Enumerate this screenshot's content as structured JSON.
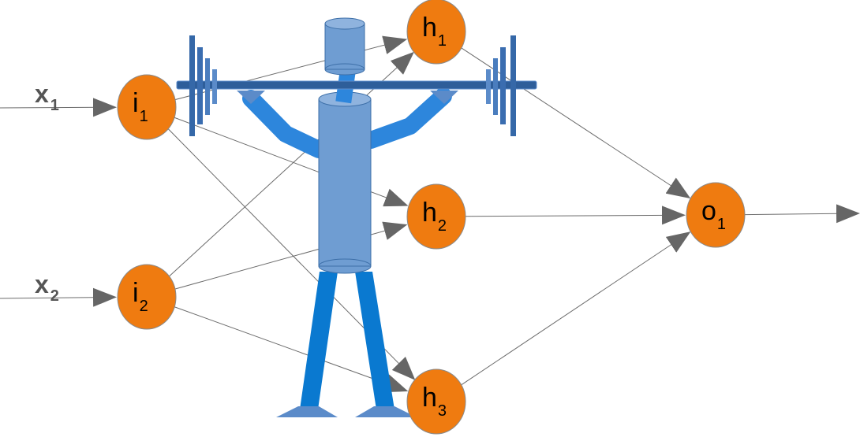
{
  "colors": {
    "node_fill": "#ef7b10",
    "node_stroke": "#8a8a8a",
    "edge": "#6b6b6b",
    "arrowhead": "#666666",
    "figure_body": "#6f9dd2",
    "figure_body_stroke": "#3d6fa8",
    "figure_limbs": "#0a79d0",
    "figure_arms": "#2d86dc",
    "barbell_bar": "#2e5e9a",
    "plates": "#3568a8"
  },
  "inputs": [
    {
      "id": "x1",
      "letter": "x",
      "sub": "1"
    },
    {
      "id": "x2",
      "letter": "x",
      "sub": "2"
    }
  ],
  "nodes": [
    {
      "id": "i1",
      "letter": "i",
      "sub": "1"
    },
    {
      "id": "i2",
      "letter": "i",
      "sub": "2"
    },
    {
      "id": "h1",
      "letter": "h",
      "sub": "1"
    },
    {
      "id": "h2",
      "letter": "h",
      "sub": "2"
    },
    {
      "id": "h3",
      "letter": "h",
      "sub": "3"
    },
    {
      "id": "o1",
      "letter": "o",
      "sub": "1"
    }
  ],
  "edges": [
    {
      "from": "x1",
      "to": "i1"
    },
    {
      "from": "x2",
      "to": "i2"
    },
    {
      "from": "i1",
      "to": "h1"
    },
    {
      "from": "i1",
      "to": "h2"
    },
    {
      "from": "i1",
      "to": "h3"
    },
    {
      "from": "i2",
      "to": "h1"
    },
    {
      "from": "i2",
      "to": "h2"
    },
    {
      "from": "i2",
      "to": "h3"
    },
    {
      "from": "h1",
      "to": "o1"
    },
    {
      "from": "h2",
      "to": "o1"
    },
    {
      "from": "h3",
      "to": "o1"
    },
    {
      "from": "o1",
      "to": "output"
    }
  ],
  "illustration": {
    "subject": "weightlifter-figure",
    "holds": "barbell"
  }
}
